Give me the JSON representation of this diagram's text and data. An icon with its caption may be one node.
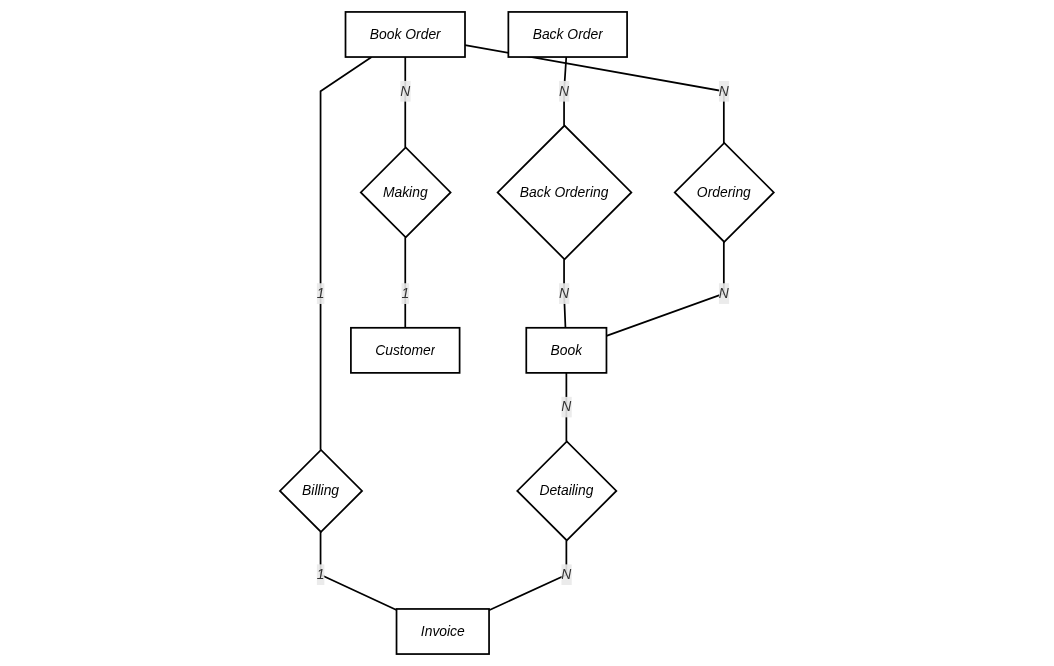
{
  "diagram": {
    "nodes": [
      {
        "text": [
          "Back Order"
        ]
      },
      {
        "text": [
          "Book Order"
        ]
      },
      {
        "text": [
          "Back Ordering"
        ]
      },
      {
        "text": [
          "Ordering"
        ]
      },
      {
        "text": [
          "Billing"
        ]
      },
      {
        "text": [
          "Making"
        ]
      },
      {
        "text": [
          "Book"
        ]
      },
      {
        "text": [
          "Detailing"
        ]
      },
      {
        "text": [
          "Invoice"
        ]
      },
      {
        "text": [
          "Customer"
        ]
      }
    ],
    "edges": [
      {
        "from": 0,
        "to": 2,
        "arrow": "none",
        "label": "N"
      },
      {
        "from": 2,
        "to": 6,
        "arrow": "none",
        "label": "N"
      },
      {
        "from": 1,
        "to": 3,
        "arrow": "none",
        "label": "N"
      },
      {
        "from": 3,
        "to": 6,
        "arrow": "none",
        "label": "N"
      },
      {
        "from": 1,
        "to": 4,
        "arrow": "none",
        "label": "1"
      },
      {
        "from": 4,
        "to": 8,
        "arrow": "none",
        "label": "1"
      },
      {
        "from": 1,
        "to": 5,
        "arrow": "none",
        "label": "N"
      },
      {
        "from": 5,
        "to": 9,
        "arrow": "none",
        "label": "1"
      },
      {
        "from": 6,
        "to": 7,
        "arrow": "none",
        "label": "N"
      },
      {
        "from": 7,
        "to": 8,
        "arrow": "none",
        "label": "N"
      }
    ]
  }
}
